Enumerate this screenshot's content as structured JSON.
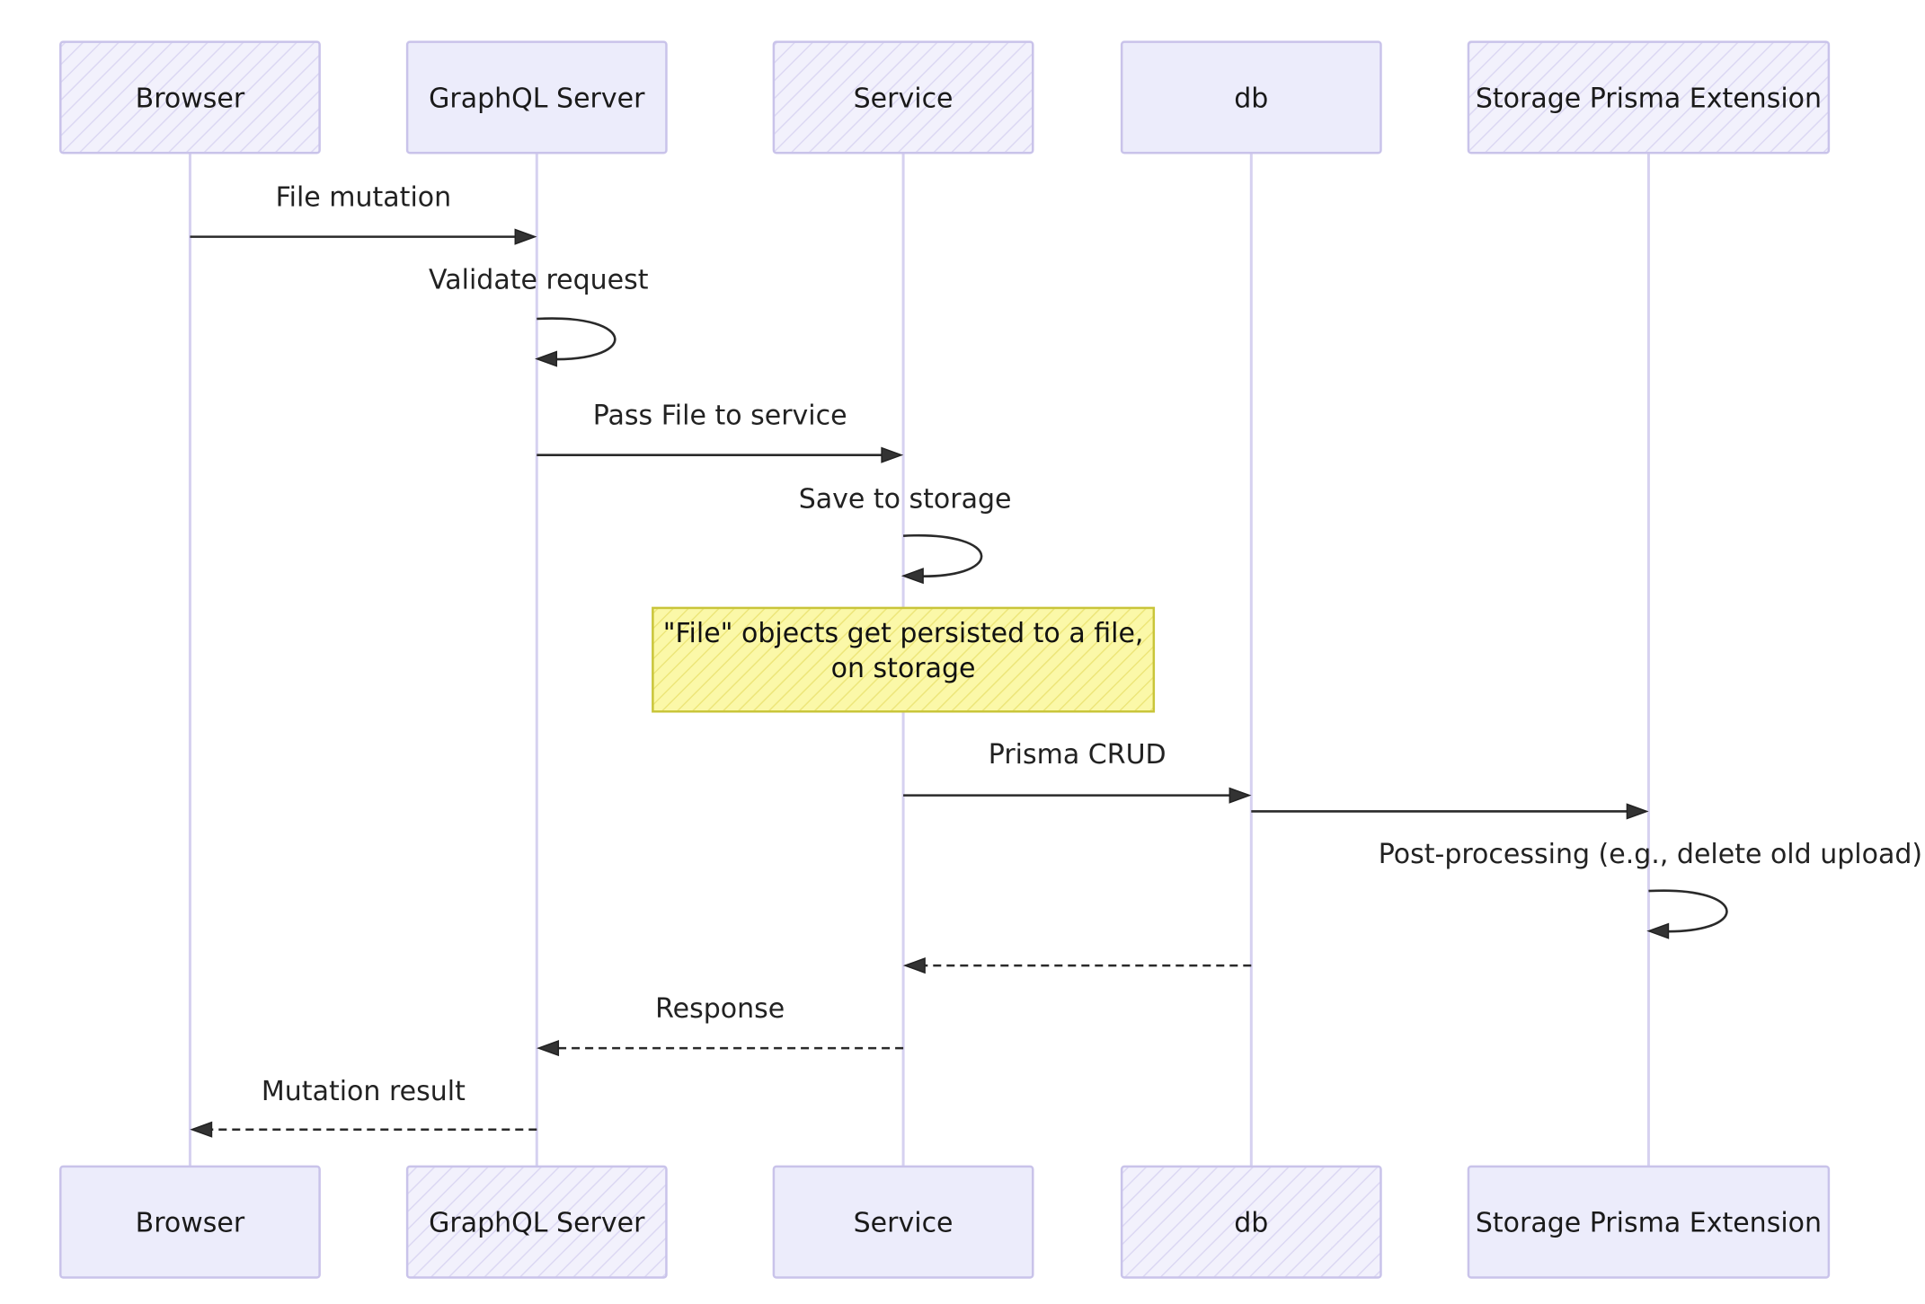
{
  "colors": {
    "actor_fill": "#ececfb",
    "actor_stroke": "#c9c3ea",
    "lifeline": "#d6d1f0",
    "note_fill": "#fbf8a8",
    "note_stroke": "#c9c53a",
    "line": "#2a2a2a"
  },
  "actors": [
    {
      "id": "browser",
      "label": "Browser"
    },
    {
      "id": "graphql",
      "label": "GraphQL Server"
    },
    {
      "id": "service",
      "label": "Service"
    },
    {
      "id": "db",
      "label": "db"
    },
    {
      "id": "storage",
      "label": "Storage Prisma Extension"
    }
  ],
  "messages": [
    {
      "from": "browser",
      "to": "graphql",
      "label": "File mutation",
      "style": "solid"
    },
    {
      "from": "graphql",
      "to": "graphql",
      "label": "Validate request",
      "style": "solid"
    },
    {
      "from": "graphql",
      "to": "service",
      "label": "Pass File to service",
      "style": "solid"
    },
    {
      "from": "service",
      "to": "service",
      "label": "Save to storage",
      "style": "solid"
    },
    {
      "from": "service",
      "to": "db",
      "label": "Prisma CRUD",
      "style": "solid"
    },
    {
      "from": "db",
      "to": "storage",
      "label": "",
      "style": "solid"
    },
    {
      "from": "storage",
      "to": "storage",
      "label": "Post-processing (e.g., delete old upload)",
      "style": "solid"
    },
    {
      "from": "db",
      "to": "service",
      "label": "",
      "style": "dashed"
    },
    {
      "from": "service",
      "to": "graphql",
      "label": "Response",
      "style": "dashed"
    },
    {
      "from": "graphql",
      "to": "browser",
      "label": "Mutation result",
      "style": "dashed"
    }
  ],
  "note": {
    "over": "service",
    "lines": [
      "\"File\" objects get persisted to a file,",
      "on storage"
    ]
  }
}
